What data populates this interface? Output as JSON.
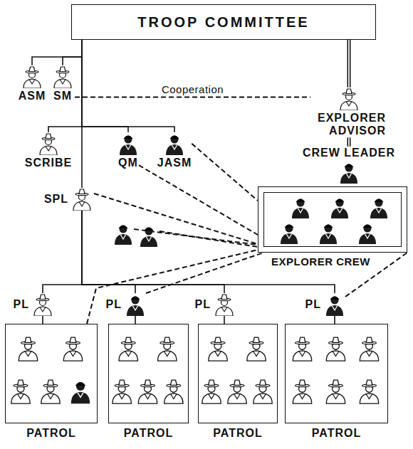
{
  "diagram": {
    "nodes": [
      {
        "text": [
          "TROOP COMMITTEE"
        ]
      },
      {
        "text": [
          "ASM"
        ]
      },
      {
        "text": [
          "SM"
        ]
      },
      {
        "text": [
          "EXPLORER ADVISOR"
        ]
      },
      {
        "text": [
          "SCRIBE"
        ]
      },
      {
        "text": [
          "QM"
        ]
      },
      {
        "text": [
          "JASM"
        ]
      },
      {
        "text": [
          "CREW LEADER"
        ]
      },
      {
        "text": [
          "SPL"
        ]
      },
      {
        "text": [
          "EXPLORER CREW"
        ]
      },
      {
        "text": [
          "PL"
        ]
      },
      {
        "text": [
          "PL"
        ]
      },
      {
        "text": [
          "PL"
        ]
      },
      {
        "text": [
          "PL"
        ]
      },
      {
        "text": [
          "PATROL"
        ]
      },
      {
        "text": [
          "PATROL"
        ]
      },
      {
        "text": [
          "PATROL"
        ]
      },
      {
        "text": [
          "PATROL"
        ]
      }
    ],
    "edges": [
      {
        "from": 0,
        "to": 1,
        "arrow": "none"
      },
      {
        "from": 0,
        "to": 2,
        "arrow": "none"
      },
      {
        "from": 0,
        "to": 3,
        "arrow": "none"
      },
      {
        "from": 2,
        "to": 3,
        "label": "Cooperation",
        "arrow": "none"
      },
      {
        "from": 0,
        "to": 4,
        "arrow": "none"
      },
      {
        "from": 0,
        "to": 5,
        "arrow": "none"
      },
      {
        "from": 0,
        "to": 6,
        "arrow": "none"
      },
      {
        "from": 0,
        "to": 8,
        "arrow": "none"
      },
      {
        "from": 8,
        "to": 10,
        "arrow": "none"
      },
      {
        "from": 8,
        "to": 11,
        "arrow": "none"
      },
      {
        "from": 8,
        "to": 12,
        "arrow": "none"
      },
      {
        "from": 8,
        "to": 13,
        "arrow": "none"
      },
      {
        "from": 10,
        "to": 14,
        "arrow": "none"
      },
      {
        "from": 11,
        "to": 15,
        "arrow": "none"
      },
      {
        "from": 12,
        "to": 16,
        "arrow": "none"
      },
      {
        "from": 13,
        "to": 17,
        "arrow": "none"
      },
      {
        "from": 3,
        "to": 7,
        "arrow": "none"
      },
      {
        "from": 5,
        "to": 9,
        "arrow": "none"
      },
      {
        "from": 6,
        "to": 9,
        "arrow": "none"
      },
      {
        "from": 8,
        "to": 9,
        "arrow": "none"
      },
      {
        "from": 11,
        "to": 9,
        "arrow": "none"
      },
      {
        "from": 13,
        "to": 9,
        "arrow": "none"
      },
      {
        "from": 14,
        "to": 9,
        "arrow": "none"
      }
    ]
  }
}
